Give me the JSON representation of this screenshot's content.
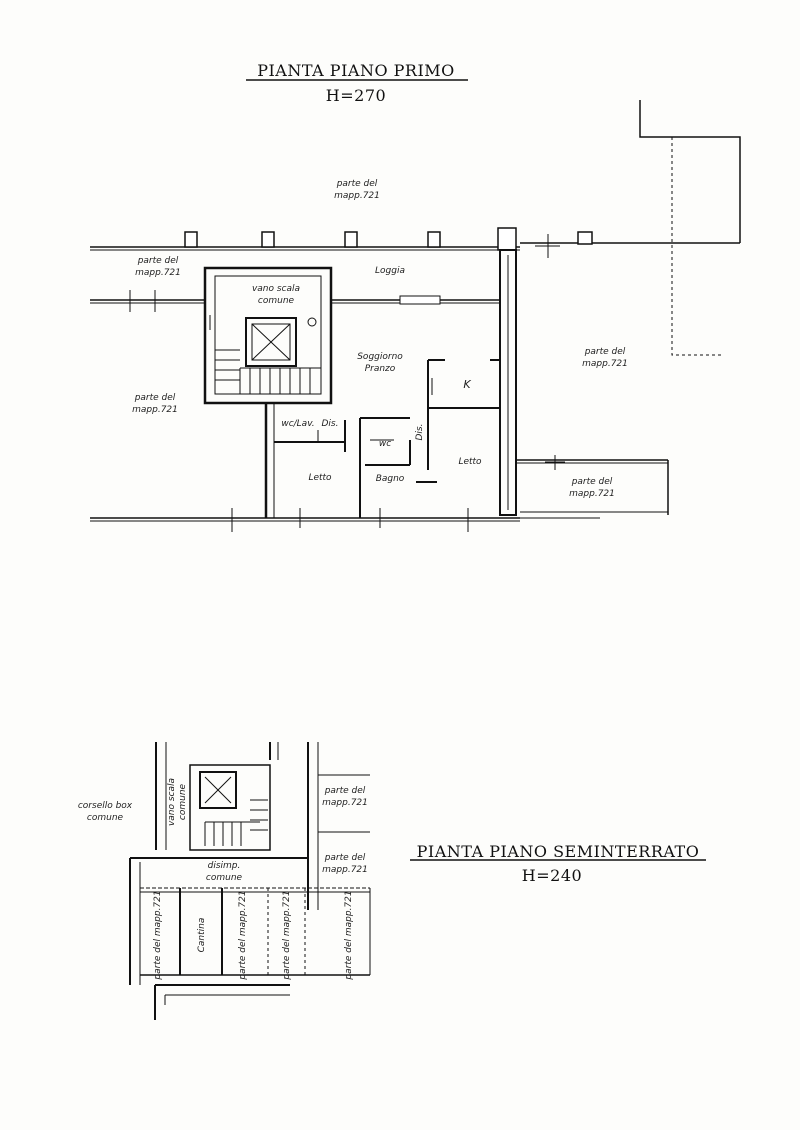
{
  "first_floor": {
    "title": "PIANTA PIANO PRIMO",
    "height": "H=270",
    "labels": {
      "north_parte": "parte del",
      "north_mapp": "mapp.721",
      "nw_parte": "parte del",
      "nw_mapp": "mapp.721",
      "w_parte": "parte del",
      "w_mapp": "mapp.721",
      "e_parte": "parte del",
      "e_mapp": "mapp.721",
      "se_parte": "parte del",
      "se_mapp": "mapp.721",
      "vano_1": "vano scala",
      "vano_2": "comune",
      "loggia": "Loggia",
      "soggiorno": "Soggiorno",
      "pranzo": "Pranzo",
      "kitchen": "K",
      "wc_lav": "wc/Lav.",
      "dis_1": "Dis.",
      "wc": "wc",
      "dis_2": "Dis.",
      "letto_1": "Letto",
      "bagno": "Bagno",
      "letto_2": "Letto"
    }
  },
  "basement": {
    "title": "PIANTA PIANO SEMINTERRATO",
    "height": "H=240",
    "labels": {
      "corsello_1": "corsello box",
      "corsello_2": "comune",
      "vano_1": "vano scala",
      "vano_2": "comune",
      "ne_parte": "parte del",
      "ne_mapp": "mapp.721",
      "e_parte": "parte del",
      "e_mapp": "mapp.721",
      "disimp_1": "disimp.",
      "disimp_2": "comune",
      "cantina": "Cantina",
      "v1": "parte del mapp.721",
      "v2": "parte del mapp.721",
      "v3": "parte del mapp.721",
      "v4": "parte del mapp.721"
    }
  }
}
